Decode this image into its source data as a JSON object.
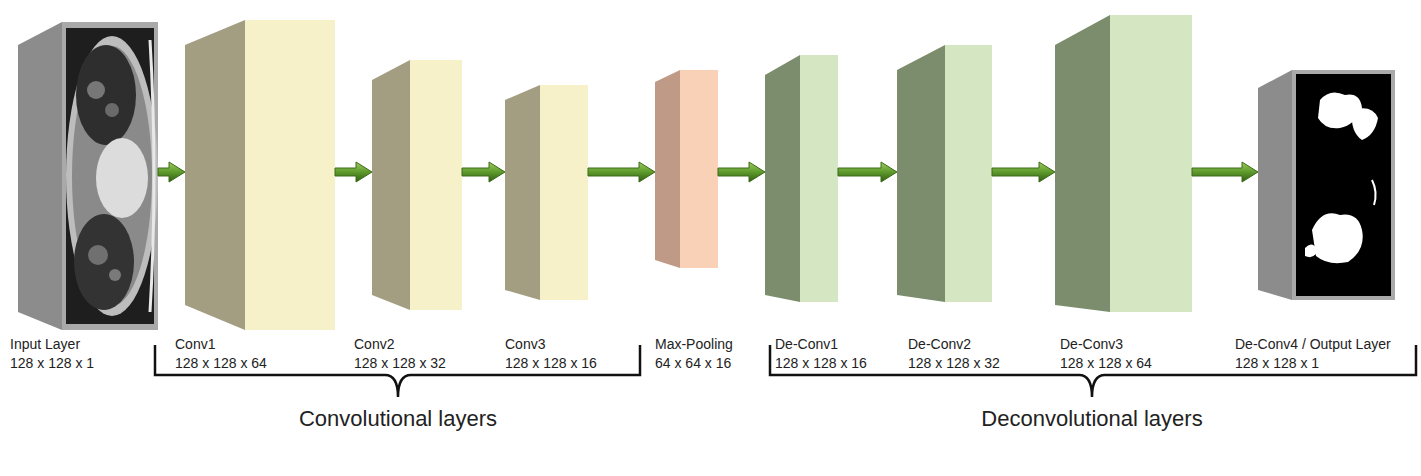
{
  "diagram": {
    "nodes": [
      {
        "text": [
          "Input Layer",
          "128 x 128 x 1"
        ]
      },
      {
        "text": [
          "Conv1",
          "128 x 128 x 64"
        ]
      },
      {
        "text": [
          "Conv2",
          "128 x 128 x 32"
        ]
      },
      {
        "text": [
          "Conv3",
          "128 x 128 x 16"
        ]
      },
      {
        "text": [
          "Max-Pooling",
          "64 x 64 x 16"
        ]
      },
      {
        "text": [
          "De-Conv1",
          "128 x 128 x 16"
        ]
      },
      {
        "text": [
          "De-Conv2",
          "128 x 128 x 32"
        ]
      },
      {
        "text": [
          "De-Conv3",
          "128 x 128 x 64"
        ]
      },
      {
        "text": [
          "De-Conv4 / Output Layer",
          "128 x 128 x 1"
        ]
      }
    ],
    "edges": [
      {
        "from": 0,
        "to": 1,
        "arrow": "to"
      },
      {
        "from": 1,
        "to": 2,
        "arrow": "to"
      },
      {
        "from": 2,
        "to": 3,
        "arrow": "to"
      },
      {
        "from": 3,
        "to": 4,
        "arrow": "to"
      },
      {
        "from": 4,
        "to": 5,
        "arrow": "to"
      },
      {
        "from": 5,
        "to": 6,
        "arrow": "to"
      },
      {
        "from": 6,
        "to": 7,
        "arrow": "to"
      },
      {
        "from": 7,
        "to": 8,
        "arrow": "to"
      }
    ],
    "labels": [
      "Convolutional layers",
      "Deconvolutional layers"
    ]
  }
}
